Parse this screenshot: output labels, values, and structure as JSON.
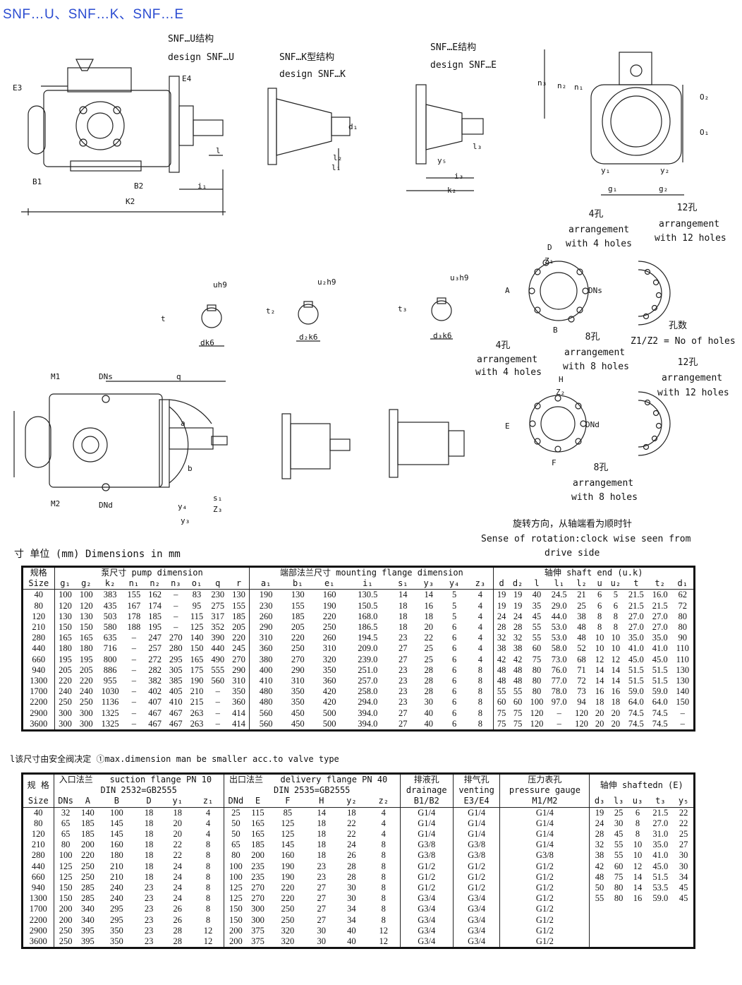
{
  "title": "SNF…U、SNF…K、SNF…E",
  "drawings": {
    "u_cn": "SNF…U结构",
    "u_en": "design SNF…U",
    "k_cn": "SNF…K型结构",
    "k_en": "design SNF…K",
    "e_cn": "SNF…E结构",
    "e_en": "design SNF…E",
    "labels": {
      "E3": "E3",
      "E4": "E4",
      "B1": "B1",
      "B2": "B2",
      "K2": "K2",
      "i1": "i₁",
      "l": "l",
      "d1": "d₁",
      "l2": "l₂",
      "l1": "l₁",
      "l3": "l₃",
      "y5": "y₅",
      "i3": "i₃",
      "k2": "k₂",
      "n3": "n₃",
      "n2": "n₂",
      "n1": "n₁",
      "o2": "O₂",
      "o1": "O₁",
      "y1": "y₁",
      "y2": "y₂",
      "g1": "g₁",
      "g2": "g₂",
      "uh9": "uh9",
      "u2h9": "u₂h9",
      "u3h9": "u₃h9",
      "t": "t",
      "t2": "t₂",
      "t3": "t₃",
      "dk6": "dk6",
      "d2k6": "d₂k6",
      "d3k6": "d₃k6",
      "M1": "M1",
      "M2": "M2",
      "DNs": "DNs",
      "DNd": "DNd",
      "q": "q",
      "a": "a",
      "b": "b",
      "y4": "y₄",
      "y3": "y₃",
      "s1": "s₁",
      "Z3": "Z₃",
      "D": "D",
      "Z1": "Z₁",
      "A": "A",
      "B": "B",
      "H": "H",
      "Z2": "Z₂",
      "E": "E",
      "F": "F"
    },
    "holes": {
      "h4_cn": "4孔",
      "h4_en1": "arrangement",
      "h4_en2": "with 4 holes",
      "h12_cn": "12孔",
      "h12_en1": "arrangement",
      "h12_en2": "with 12 holes",
      "h8_cn": "8孔",
      "h8_en1": "arrangement",
      "h8_en2": "with 8 holes",
      "kong_cn": "孔数",
      "kong_en": "Z1/Z2 = No of holes"
    },
    "rotation_cn": "旋转方向，从轴端看为顺时针",
    "rotation_en1": "Sense of rotation:clock wise seen from",
    "rotation_en2": "drive side"
  },
  "dims_caption": "寸 单位 (mm) Dimensions in mm",
  "table1": {
    "h_size_cn": "规格",
    "h_size_en": "Size",
    "h_pump": "泵尺寸  pump dimension",
    "h_flange": "端部法兰尺寸  mounting flange dimension",
    "h_shaft": "轴伸  shaft end  (u.k)",
    "cols": [
      "g₁",
      "g₂",
      "k₂",
      "n₁",
      "n₂",
      "n₃",
      "o₁",
      "q",
      "r",
      "a₁",
      "b₁",
      "e₁",
      "i₁",
      "s₁",
      "y₃",
      "y₄",
      "z₃",
      "d",
      "d₂",
      "l",
      "l₁",
      "l₂",
      "u",
      "u₂",
      "t",
      "t₂",
      "d₁"
    ],
    "rows": [
      [
        "40",
        "100",
        "100",
        "383",
        "155",
        "162",
        "–",
        "83",
        "230",
        "130",
        "190",
        "130",
        "160",
        "130.5",
        "14",
        "14",
        "5",
        "4",
        "19",
        "19",
        "40",
        "24.5",
        "21",
        "6",
        "5",
        "21.5",
        "16.0",
        "62"
      ],
      [
        "80",
        "120",
        "120",
        "435",
        "167",
        "174",
        "–",
        "95",
        "275",
        "155",
        "230",
        "155",
        "190",
        "150.5",
        "18",
        "16",
        "5",
        "4",
        "19",
        "19",
        "35",
        "29.0",
        "25",
        "6",
        "6",
        "21.5",
        "21.5",
        "72"
      ],
      [
        "120",
        "130",
        "130",
        "503",
        "178",
        "185",
        "–",
        "115",
        "317",
        "185",
        "260",
        "185",
        "220",
        "168.0",
        "18",
        "18",
        "5",
        "4",
        "24",
        "24",
        "45",
        "44.0",
        "38",
        "8",
        "8",
        "27.0",
        "27.0",
        "80"
      ],
      [
        "210",
        "150",
        "150",
        "580",
        "188",
        "195",
        "–",
        "125",
        "352",
        "205",
        "290",
        "205",
        "250",
        "186.5",
        "18",
        "20",
        "6",
        "4",
        "28",
        "28",
        "55",
        "53.0",
        "48",
        "8",
        "8",
        "27.0",
        "27.0",
        "80"
      ],
      [
        "280",
        "165",
        "165",
        "635",
        "–",
        "247",
        "270",
        "140",
        "390",
        "220",
        "310",
        "220",
        "260",
        "194.5",
        "23",
        "22",
        "6",
        "4",
        "32",
        "32",
        "55",
        "53.0",
        "48",
        "10",
        "10",
        "35.0",
        "35.0",
        "90"
      ],
      [
        "440",
        "180",
        "180",
        "716",
        "–",
        "257",
        "280",
        "150",
        "440",
        "245",
        "360",
        "250",
        "310",
        "209.0",
        "27",
        "25",
        "6",
        "4",
        "38",
        "38",
        "60",
        "58.0",
        "52",
        "10",
        "10",
        "41.0",
        "41.0",
        "110"
      ],
      [
        "660",
        "195",
        "195",
        "800",
        "–",
        "272",
        "295",
        "165",
        "490",
        "270",
        "380",
        "270",
        "320",
        "239.0",
        "27",
        "25",
        "6",
        "4",
        "42",
        "42",
        "75",
        "73.0",
        "68",
        "12",
        "12",
        "45.0",
        "45.0",
        "110"
      ],
      [
        "940",
        "205",
        "205",
        "886",
        "–",
        "282",
        "305",
        "175",
        "555",
        "290",
        "400",
        "290",
        "350",
        "251.0",
        "23",
        "28",
        "6",
        "8",
        "48",
        "48",
        "80",
        "76.0",
        "71",
        "14",
        "14",
        "51.5",
        "51.5",
        "130"
      ],
      [
        "1300",
        "220",
        "220",
        "955",
        "–",
        "382",
        "385",
        "190",
        "560",
        "310",
        "410",
        "310",
        "360",
        "257.0",
        "23",
        "28",
        "6",
        "8",
        "48",
        "48",
        "80",
        "77.0",
        "72",
        "14",
        "14",
        "51.5",
        "51.5",
        "130"
      ],
      [
        "1700",
        "240",
        "240",
        "1030",
        "–",
        "402",
        "405",
        "210",
        "–",
        "350",
        "480",
        "350",
        "420",
        "258.0",
        "23",
        "28",
        "6",
        "8",
        "55",
        "55",
        "80",
        "78.0",
        "73",
        "16",
        "16",
        "59.0",
        "59.0",
        "140"
      ],
      [
        "2200",
        "250",
        "250",
        "1136",
        "–",
        "407",
        "410",
        "215",
        "–",
        "360",
        "480",
        "350",
        "420",
        "294.0",
        "23",
        "30",
        "6",
        "8",
        "60",
        "60",
        "100",
        "97.0",
        "94",
        "18",
        "18",
        "64.0",
        "64.0",
        "150"
      ],
      [
        "2900",
        "300",
        "300",
        "1325",
        "–",
        "467",
        "467",
        "263",
        "–",
        "414",
        "560",
        "450",
        "500",
        "394.0",
        "27",
        "40",
        "6",
        "8",
        "75",
        "75",
        "120",
        "–",
        "120",
        "20",
        "20",
        "74.5",
        "74.5",
        "–"
      ],
      [
        "3600",
        "300",
        "300",
        "1325",
        "–",
        "467",
        "467",
        "263",
        "–",
        "414",
        "560",
        "450",
        "500",
        "394.0",
        "27",
        "40",
        "6",
        "8",
        "75",
        "75",
        "120",
        "–",
        "120",
        "20",
        "20",
        "74.5",
        "74.5",
        "–"
      ]
    ]
  },
  "note": "l该尺寸由安全阀决定   ①max.dimension man be smaller acc.to valve type",
  "table2": {
    "h_size_cn": "规 格",
    "h_size_en": "Size",
    "h_suction_cn": "入口法兰",
    "h_suction_en": "suction flange PN 10",
    "h_suction_std": "DIN 2532=GB2555",
    "h_delivery_cn": "出口法兰",
    "h_delivery_en": "delivery flange PN 40",
    "h_delivery_std": "DIN 2535=GB2555",
    "h_drain_cn": "排液孔",
    "h_drain_en": "drainage",
    "h_vent_cn": "排气孔",
    "h_vent_en": "venting",
    "h_gauge_cn": "压力表孔",
    "h_gauge_en1": "pressure",
    "h_gauge_en2": "gauge",
    "h_shaft": "轴伸 shaftedn (E)",
    "cols": [
      "DNs",
      "A",
      "B",
      "D",
      "y₁",
      "z₁",
      "DNd",
      "E",
      "F",
      "H",
      "y₂",
      "z₂",
      "B1/B2",
      "E3/E4",
      "M1/M2",
      "d₃",
      "l₃",
      "u₃",
      "t₃",
      "y₅"
    ],
    "rows": [
      [
        "40",
        "32",
        "140",
        "100",
        "18",
        "18",
        "4",
        "25",
        "115",
        "85",
        "14",
        "18",
        "4",
        "G1/4",
        "G1/4",
        "G1/4",
        "19",
        "25",
        "6",
        "21.5",
        "22"
      ],
      [
        "80",
        "65",
        "185",
        "145",
        "18",
        "20",
        "4",
        "50",
        "165",
        "125",
        "18",
        "22",
        "4",
        "G1/4",
        "G1/4",
        "G1/4",
        "24",
        "30",
        "8",
        "27.0",
        "22"
      ],
      [
        "120",
        "65",
        "185",
        "145",
        "18",
        "20",
        "4",
        "50",
        "165",
        "125",
        "18",
        "22",
        "4",
        "G1/4",
        "G1/4",
        "G1/4",
        "28",
        "45",
        "8",
        "31.0",
        "25"
      ],
      [
        "210",
        "80",
        "200",
        "160",
        "18",
        "22",
        "8",
        "65",
        "185",
        "145",
        "18",
        "24",
        "8",
        "G3/8",
        "G3/8",
        "G1/4",
        "32",
        "55",
        "10",
        "35.0",
        "27"
      ],
      [
        "280",
        "100",
        "220",
        "180",
        "18",
        "22",
        "8",
        "80",
        "200",
        "160",
        "18",
        "26",
        "8",
        "G3/8",
        "G3/8",
        "G3/8",
        "38",
        "55",
        "10",
        "41.0",
        "30"
      ],
      [
        "440",
        "125",
        "250",
        "210",
        "18",
        "24",
        "8",
        "100",
        "235",
        "190",
        "23",
        "28",
        "8",
        "G1/2",
        "G1/2",
        "G1/2",
        "42",
        "60",
        "12",
        "45.0",
        "30"
      ],
      [
        "660",
        "125",
        "250",
        "210",
        "18",
        "24",
        "8",
        "100",
        "235",
        "190",
        "23",
        "28",
        "8",
        "G1/2",
        "G1/2",
        "G1/2",
        "48",
        "75",
        "14",
        "51.5",
        "34"
      ],
      [
        "940",
        "150",
        "285",
        "240",
        "23",
        "24",
        "8",
        "125",
        "270",
        "220",
        "27",
        "30",
        "8",
        "G1/2",
        "G1/2",
        "G1/2",
        "50",
        "80",
        "14",
        "53.5",
        "45"
      ],
      [
        "1300",
        "150",
        "285",
        "240",
        "23",
        "24",
        "8",
        "125",
        "270",
        "220",
        "27",
        "30",
        "8",
        "G3/4",
        "G3/4",
        "G1/2",
        "55",
        "80",
        "16",
        "59.0",
        "45"
      ],
      [
        "1700",
        "200",
        "340",
        "295",
        "23",
        "26",
        "8",
        "150",
        "300",
        "250",
        "27",
        "34",
        "8",
        "G3/4",
        "G3/4",
        "G1/2",
        "",
        "",
        "",
        "",
        ""
      ],
      [
        "2200",
        "200",
        "340",
        "295",
        "23",
        "26",
        "8",
        "150",
        "300",
        "250",
        "27",
        "34",
        "8",
        "G3/4",
        "G3/4",
        "G1/2",
        "",
        "",
        "",
        "",
        ""
      ],
      [
        "2900",
        "250",
        "395",
        "350",
        "23",
        "28",
        "12",
        "200",
        "375",
        "320",
        "30",
        "40",
        "12",
        "G3/4",
        "G3/4",
        "G1/2",
        "",
        "",
        "",
        "",
        ""
      ],
      [
        "3600",
        "250",
        "395",
        "350",
        "23",
        "28",
        "12",
        "200",
        "375",
        "320",
        "30",
        "40",
        "12",
        "G3/4",
        "G3/4",
        "G1/2",
        "",
        "",
        "",
        "",
        ""
      ]
    ]
  }
}
